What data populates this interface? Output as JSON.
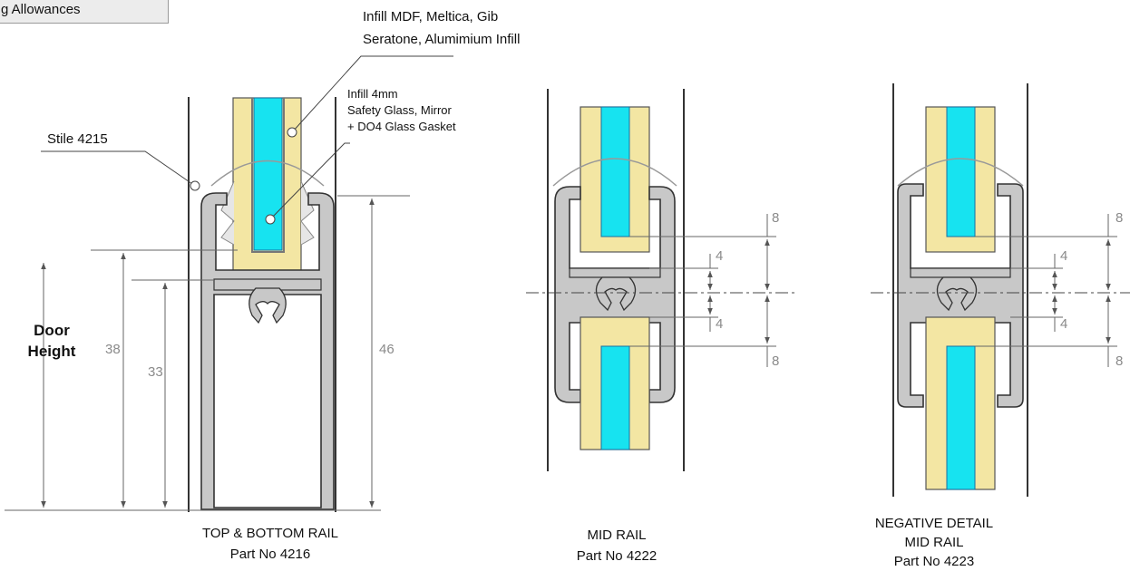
{
  "tab": {
    "label": "g Allowances"
  },
  "labels": {
    "infill_mdf_line1": "Infill MDF, Meltica, Gib",
    "infill_mdf_line2": "Seratone, Alumimium Infill",
    "infill_glass_line1": "Infill 4mm",
    "infill_glass_line2": "Safety Glass, Mirror",
    "infill_glass_line3": "+ DO4 Glass Gasket",
    "stile": "Stile  4215",
    "door_height_line1": "Door",
    "door_height_line2": "Height"
  },
  "dimensions": {
    "top_bottom": {
      "d38": "38",
      "d33": "33",
      "d46": "46"
    },
    "mid": {
      "upper8": "8",
      "upper4": "4",
      "lower4": "4",
      "lower8": "8"
    },
    "negative": {
      "upper8": "8",
      "upper4": "4",
      "lower4": "4",
      "lower8": "8"
    }
  },
  "captions": {
    "top_bottom_title": "TOP & BOTTOM RAIL",
    "top_bottom_part": "Part No  4216",
    "mid_title": "MID RAIL",
    "mid_part": "Part No  4222",
    "negative_line1": "NEGATIVE DETAIL",
    "negative_line2": "MID RAIL",
    "negative_part": "Part No  4223"
  },
  "colors": {
    "infill": "#f3e6a3",
    "glass": "#17e3f0",
    "extrusion": "#c8c8c8",
    "outline": "#333333",
    "dim_line": "#666666"
  }
}
